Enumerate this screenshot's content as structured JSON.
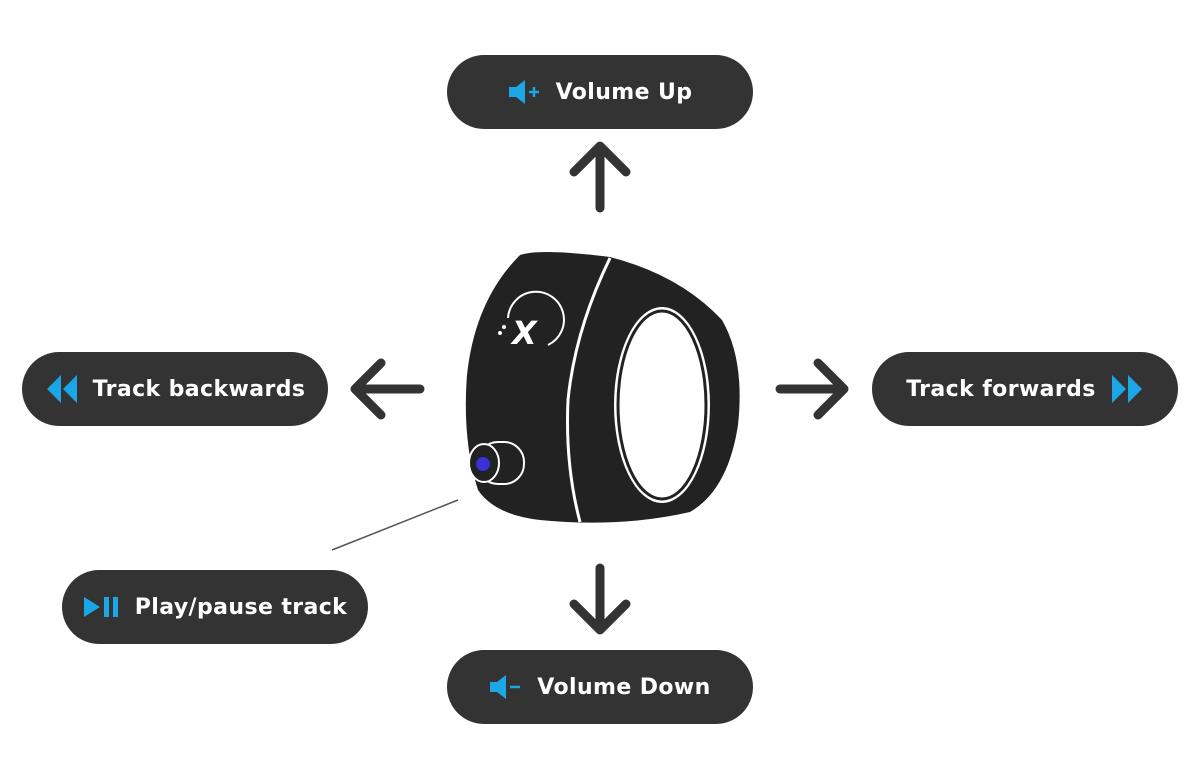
{
  "colors": {
    "pill_bg": "#333333",
    "pill_text": "#ffffff",
    "accent": "#1ba7e6",
    "ring": "#222222",
    "button_light": "#3b2fd6"
  },
  "controls": {
    "volume_up": {
      "label": "Volume Up",
      "icon": "volume-up-icon"
    },
    "volume_down": {
      "label": "Volume Down",
      "icon": "volume-down-icon"
    },
    "track_backwards": {
      "label": "Track backwards",
      "icon": "rewind-icon"
    },
    "track_forwards": {
      "label": "Track forwards",
      "icon": "fast-forward-icon"
    },
    "play_pause": {
      "label": "Play/pause track",
      "icon": "play-pause-icon"
    }
  },
  "device": {
    "logo": "X"
  }
}
